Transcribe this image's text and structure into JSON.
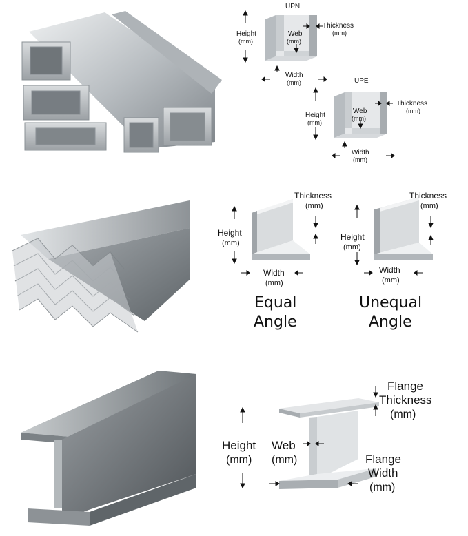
{
  "channel": {
    "upn": {
      "title": "UPN",
      "height_label": "Height",
      "height_unit": "(mm)",
      "web_label": "Web",
      "web_unit": "(mm)",
      "thickness_label": "Thickness",
      "thickness_unit": "(mm)",
      "width_label": "Width",
      "width_unit": "(mm)"
    },
    "upe": {
      "title": "UPE",
      "height_label": "Height",
      "height_unit": "(mm)",
      "web_label": "Web",
      "web_unit": "(mm)",
      "thickness_label": "Thickness",
      "thickness_unit": "(mm)",
      "width_label": "Width",
      "width_unit": "(mm)"
    }
  },
  "angle": {
    "equal": {
      "height_label": "Height",
      "height_unit": "(mm)",
      "thickness_label": "Thickness",
      "thickness_unit": "(mm)",
      "width_label": "Width",
      "width_unit": "(mm)",
      "caption_line1": "Equal",
      "caption_line2": "Angle"
    },
    "unequal": {
      "height_label": "Height",
      "height_unit": "(mm)",
      "thickness_label": "Thickness",
      "thickness_unit": "(mm)",
      "width_label": "Width",
      "width_unit": "(mm)",
      "caption_line1": "Unequal",
      "caption_line2": "Angle"
    }
  },
  "ibeam": {
    "height_label": "Height",
    "height_unit": "(mm)",
    "web_label": "Web",
    "web_unit": "(mm)",
    "flange_thickness_line1": "Flange",
    "flange_thickness_line2": "Thickness",
    "flange_thickness_unit": "(mm)",
    "flange_width_line1": "Flange",
    "flange_width_line2": "Width",
    "flange_width_unit": "(mm)"
  },
  "colors": {
    "steel_light": "#e9ebec",
    "steel_mid": "#c3c7ca",
    "steel_dark": "#8d9296",
    "arrow": "#111111"
  }
}
